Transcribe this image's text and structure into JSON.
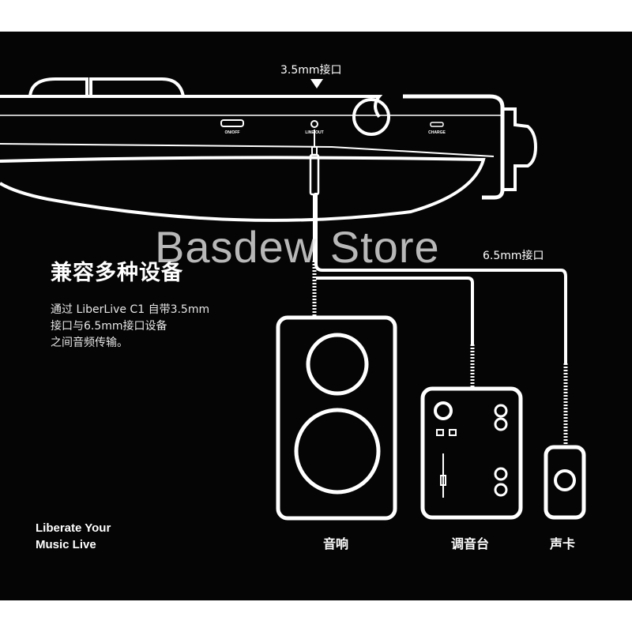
{
  "watermark": "Basdew Store",
  "callouts": {
    "jack_35": "3.5mm接口",
    "jack_65": "6.5mm接口"
  },
  "device_ports": {
    "on_off": "ON/OFF",
    "line_out": "LINE OUT",
    "charge": "CHARGE"
  },
  "headline": "兼容多种设备",
  "description_lines": [
    "通过 LiberLive C1 自带3.5mm",
    "接口与6.5mm接口设备",
    "之间音频传输。"
  ],
  "tagline_lines": [
    "Liberate Your",
    "Music Live"
  ],
  "devices": {
    "speaker": "音响",
    "mixer": "调音台",
    "sound_card": "声卡"
  },
  "colors": {
    "background": "#050505",
    "line_art": "#ffffff",
    "page_border": "#ffffff"
  }
}
